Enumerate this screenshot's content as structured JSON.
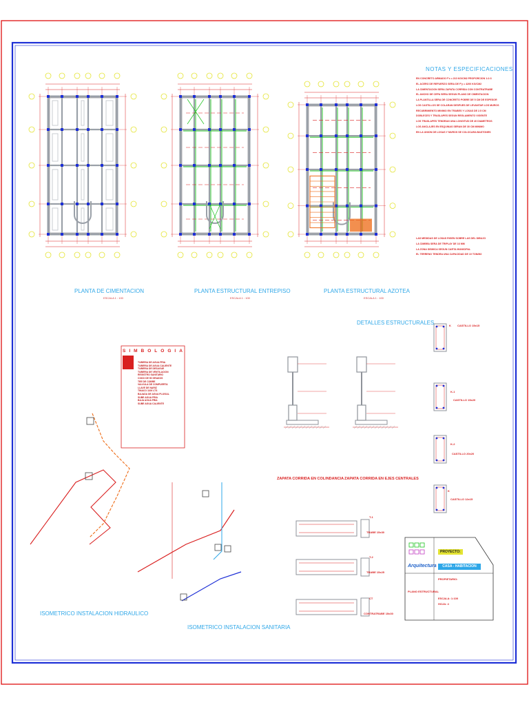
{
  "drawing": {
    "plans": [
      {
        "id": "foundation",
        "caption": "PLANTA   DE CIMENTACION",
        "scale": "ESCALA  1 : 100"
      },
      {
        "id": "mezzanine",
        "caption": "PLANTA   ESTRUCTURAL  ENTREPISO",
        "scale": "ESCALA  1 : 100"
      },
      {
        "id": "roof",
        "caption": "PLANTA   ESTRUCTURAL  AZOTEA",
        "scale": "ESCALA  1 : 100"
      }
    ],
    "notes_title": "NOTAS  Y  ESPECIFICACIONES",
    "notes": [
      "EN CONCRETO ARMADO F'c = 210 KG/CM2 PROPORCION 1:2:3",
      "EL ACERO DE REFUERZO SERA DE F'y = 4200 KG/CM2",
      "LA CIMENTACION SERA ZAPATA CORRIDA CON CONTRATRABE",
      "EL ANCHO DE CEPA SERA SEGUN PLANO DE CIMENTACION",
      "LA PLANTILLA SERA DE CONCRETO POBRE DE 5 CM DE ESPESOR",
      "LOS CASTILLOS SE COLARAN DESPUES DE LEVANTAR LOS MUROS",
      "RECUBRIMIENTO MINIMO EN TRABES Y LOSAS DE 2.5 CM",
      "DOBLECES Y TRASLAPES SEGUN REGLAMENTO VIGENTE",
      "LOS TRASLAPES TENDRAN UNA LONGITUD DE 40 DIAMETROS",
      "LOS ANCLAJES EN ESQUINAS SERAN DE 30 CM MINIMO",
      "EN LA UNION DE LOSAS Y MUROS SE COLOCARA BASTONES"
    ],
    "notes_b": [
      "LAS MEDIDAS DE LOSAS RIGEN SOBRE LAS DEL DIBUJO",
      "LA CIMBRA SERA DE TRIPLAY DE 16 MM",
      "LA ZONA SISMICA SEGUN CARTA MUNICIPAL",
      "EL TERRENO TENDRA UNA CAPACIDAD DE 10 TON/M2"
    ],
    "details_title": "DETALLES ESTRUCTURALES",
    "footings": [
      {
        "title": "ZAPATA CORRIDA EN COLINDANCIA"
      },
      {
        "title": "ZAPATA CORRIDA EN EJES CENTRALES"
      }
    ],
    "castillos": [
      {
        "label": "K",
        "desc": "CASTILLO 15x15"
      },
      {
        "label": "K-1",
        "desc": "CASTILLO 15x20"
      },
      {
        "label": "K-2",
        "desc": "CASTILLO 20x20"
      },
      {
        "label": "K",
        "desc": "CASTILLO 12x15"
      }
    ],
    "beams": [
      {
        "label": "T-1",
        "desc": "TRABE 15x30"
      },
      {
        "label": "T-2",
        "desc": "TRABE 15x25"
      },
      {
        "label": "CT",
        "desc": "CONTRATRABE 15x30"
      }
    ],
    "simbologia_title": "SIMBOLOGIA",
    "simbologia": [
      "TUBERIA DE AGUA FRIA",
      "TUBERIA DE AGUA CALIENTE",
      "TUBERIA DE DESAGUE",
      "TUBERIA DE VENTILACION",
      "REGISTRO SANITARIO",
      "CODO DE 90 GRADOS",
      "TEE DE COBRE",
      "VALVULA DE COMPUERTA",
      "LLAVE DE NARIZ",
      "TINACO 1100 LTS",
      "BAJADA DE AGUA PLUVIAL",
      "SUBE AGUA FRIA",
      "BAJA AGUA FRIA",
      "SUBE AGUA CALIENTE"
    ],
    "iso_hydraulic": "ISOMETRICO INSTALACION HIDRAULICO",
    "iso_sanitary": "ISOMETRICO INSTALACION SANITARIA",
    "title_block": {
      "brand": "Arquitectura",
      "head": "PROYECTO:",
      "project": "CASA - HABITACION",
      "owner": "PROPIETARIO:",
      "plan": "PLANO ESTRUCTURAL",
      "scale": "ESCALA: 1:100",
      "sheet": "HOJA:  4"
    },
    "colors": {
      "frame_red": "#e02020",
      "frame_blue": "#1d2fd6",
      "cyan": "#2ea7e8",
      "red": "#d91f1f",
      "green": "#19c21b",
      "yellow": "#e4e433",
      "orange": "#ee6a14"
    }
  }
}
